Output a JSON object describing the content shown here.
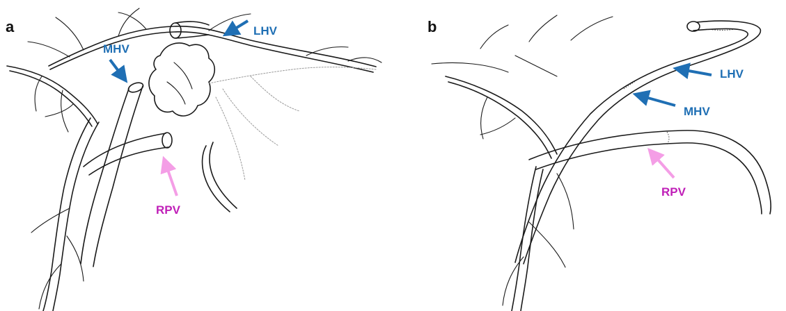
{
  "panels": [
    {
      "letter": "a",
      "labels": {
        "mhv": "MHV",
        "lhv": "LHV",
        "rpv": "RPV"
      }
    },
    {
      "letter": "b",
      "labels": {
        "lhv": "LHV",
        "mhv": "MHV",
        "rpv": "RPV"
      }
    }
  ],
  "colors": {
    "hepatic_vein_label": "#1f6fb4",
    "hepatic_vein_arrow": "#1f6fb4",
    "portal_vein_label": "#c020b8",
    "portal_vein_arrow": "#f49ee6",
    "line_art": "#1a1a1a"
  }
}
